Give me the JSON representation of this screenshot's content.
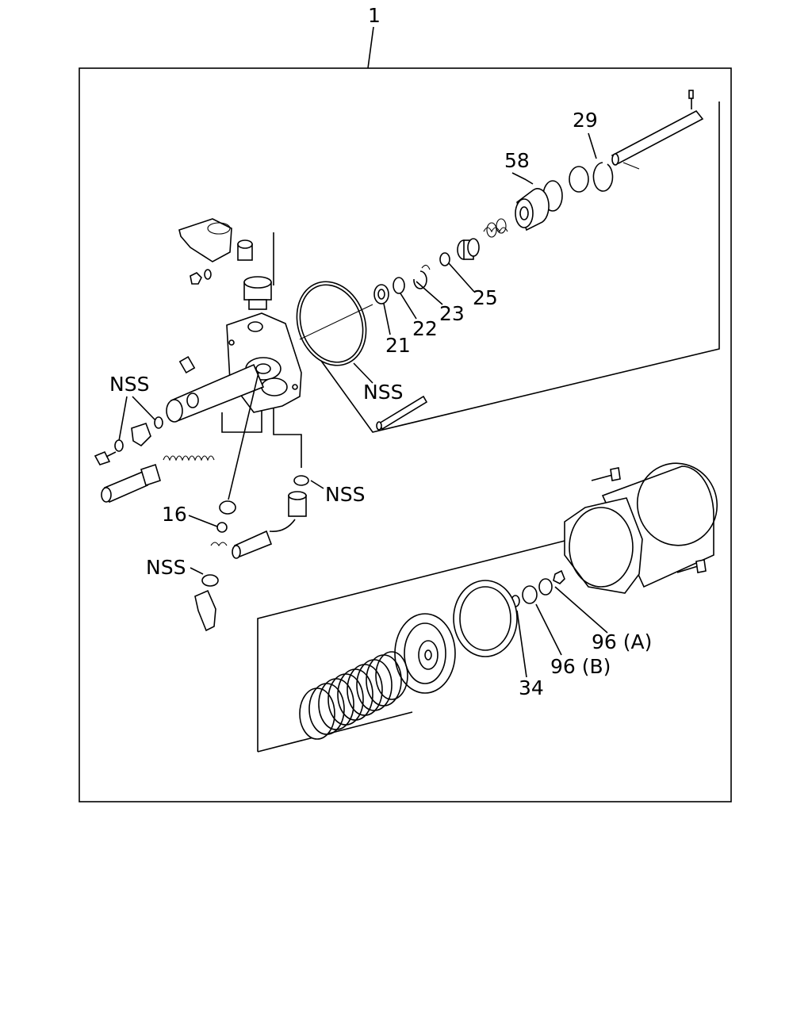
{
  "diagram": {
    "title_callout": "1",
    "callouts": {
      "c29": "29",
      "c58": "58",
      "c25": "25",
      "c23": "23",
      "c22": "22",
      "c21": "21",
      "nss_oring": "NSS",
      "nss_left": "NSS",
      "nss_mid": "NSS",
      "c16": "16",
      "nss_bottom": "NSS",
      "c96a": "96 (A)",
      "c96b": "96 (B)",
      "c34": "34"
    },
    "colors": {
      "ink": "#000000",
      "paper": "#ffffff"
    }
  }
}
